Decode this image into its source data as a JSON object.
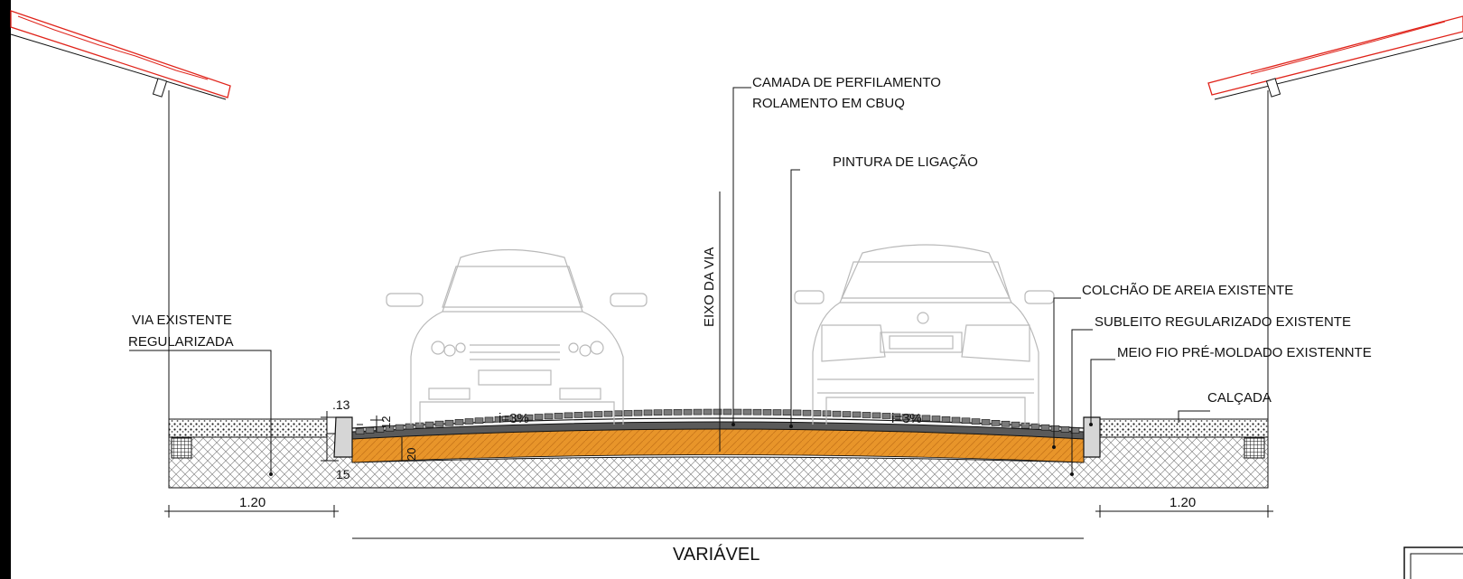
{
  "labels": {
    "camada_perfilamento": "CAMADA DE PERFILAMENTO",
    "rolamento_cbuq": "ROLAMENTO EM CBUQ",
    "pintura_ligacao": "PINTURA DE LIGAÇÃO",
    "eixo_via": "EIXO DA VIA",
    "colchao_areia": "COLCHÃO DE AREIA EXISTENTE",
    "subleito": "SUBLEITO REGULARIZADO EXISTENTE",
    "meio_fio": "MEIO FIO PRÉ-MOLDADO EXISTENNTE",
    "calcada": "CALÇADA",
    "via_existente_1": "VIA EXISTENTE",
    "via_existente_2": "REGULARIZADA"
  },
  "dimensions": {
    "curb_top": ".13",
    "curb_bottom": "15",
    "asphalt_thickness": "12",
    "base_thickness": "20",
    "slope_left": "i=3%",
    "slope_right": "i=3%",
    "sidewalk_left": "1.20",
    "sidewalk_right": "1.20",
    "road_width": "VARIÁVEL"
  },
  "colors": {
    "line": "#111111",
    "roof": "#e0241b",
    "sand_base": "#e8952a",
    "asphalt": "#5a5a5a",
    "car_outline": "#b9b9b9",
    "border": "#000000"
  },
  "icons": {
    "drawing_symbol": "title-block-corner-icon"
  }
}
